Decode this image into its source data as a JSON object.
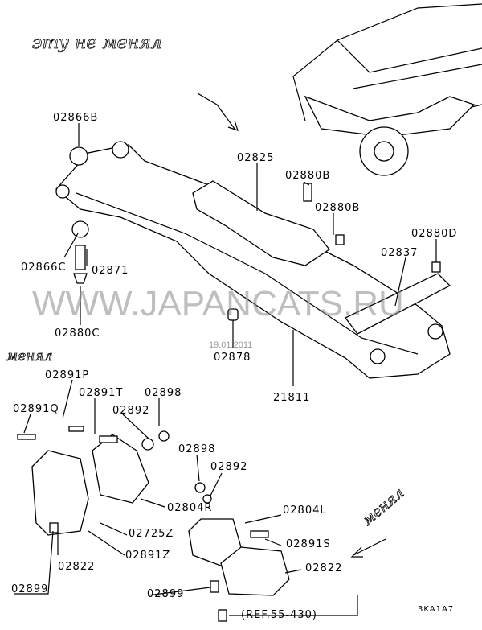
{
  "handwritten_notes": {
    "top": "эту не менял",
    "left": "менял",
    "right": "менял"
  },
  "watermark": "WWW.JAPANCATS.RU",
  "date": "19.01.2011",
  "diagram_code": "3KA1A7",
  "reference": "(REF.55-430)",
  "part_labels": [
    "02866B",
    "02825",
    "02880B",
    "02880B",
    "02880D",
    "02866C",
    "02837",
    "02871",
    "02880C",
    "02878",
    "21811",
    "02891P",
    "02891T",
    "02898",
    "02891Q",
    "02892",
    "02898",
    "02892",
    "02804R",
    "02804L",
    "02725Z",
    "02891S",
    "02822",
    "02891Z",
    "02822",
    "02899",
    "02899"
  ]
}
